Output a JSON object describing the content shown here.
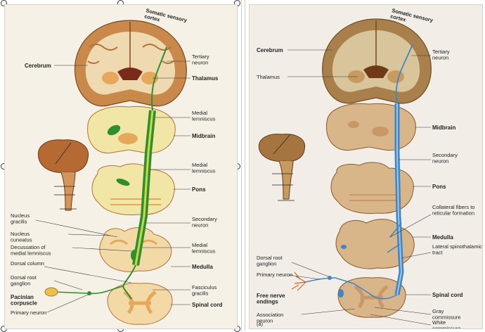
{
  "left_panel": {
    "labels": {
      "cortex": "Somatic sensory cortex",
      "cerebrum": "Cerebrum",
      "tertiary_neuron": "Tertiary neuron",
      "thalamus": "Thalamus",
      "medial_lemniscus_1": "Medial lemniscus",
      "midbrain": "Midbrain",
      "medial_lemniscus_2": "Medial lemniscus",
      "pons": "Pons",
      "nucleus_gracilis": "Nucleus gracilis",
      "nucleus_cuneatus": "Nucleus cuneatus",
      "secondary_neuron": "Secondary neuron",
      "decussation": "Decussation of medial lemniscus",
      "medial_lemniscus_3": "Medial lemniscus",
      "dorsal_column": "Dorsal column",
      "medulla": "Medulla",
      "dorsal_root_ganglion": "Dorsal root ganglion",
      "fasciculus_gracilis": "Fasciculus gracilis",
      "pacinian_corpuscle": "Pacinian corpuscle",
      "spinal_cord": "Spinal cord",
      "primary_neuron": "Primary neuron"
    }
  },
  "right_panel": {
    "labels": {
      "cortex": "Somatic sensory cortex",
      "cerebrum": "Cerebrum",
      "tertiary_neuron": "Tertiary neuron",
      "thalamus": "Thalamus",
      "midbrain": "Midbrain",
      "secondary_neuron": "Secondary neuron",
      "pons": "Pons",
      "collateral_fibers": "Collateral fibers to reticular formation",
      "medulla": "Medulla",
      "lateral_tract": "Lateral spinothalamic tract",
      "dorsal_root_ganglion": "Dorsal root ganglion",
      "primary_neuron": "Primary neuron",
      "free_nerve_endings": "Free nerve endings",
      "spinal_cord": "Spinal cord",
      "association_neuron": "Association neuron",
      "gray_commissure": "Gray commissure",
      "white_commissure": "White commissure",
      "figure_tag": "(a)"
    }
  },
  "colors": {
    "left_tract": "#2f8f2f",
    "left_tract_highlight": "#c8d84a",
    "right_tract": "#3f86c6",
    "brain_tissue": "#c8894a",
    "gray_matter": "#e6a95c",
    "cross_section": "#f2d9a6",
    "right_cross_section": "#d9b58a"
  }
}
